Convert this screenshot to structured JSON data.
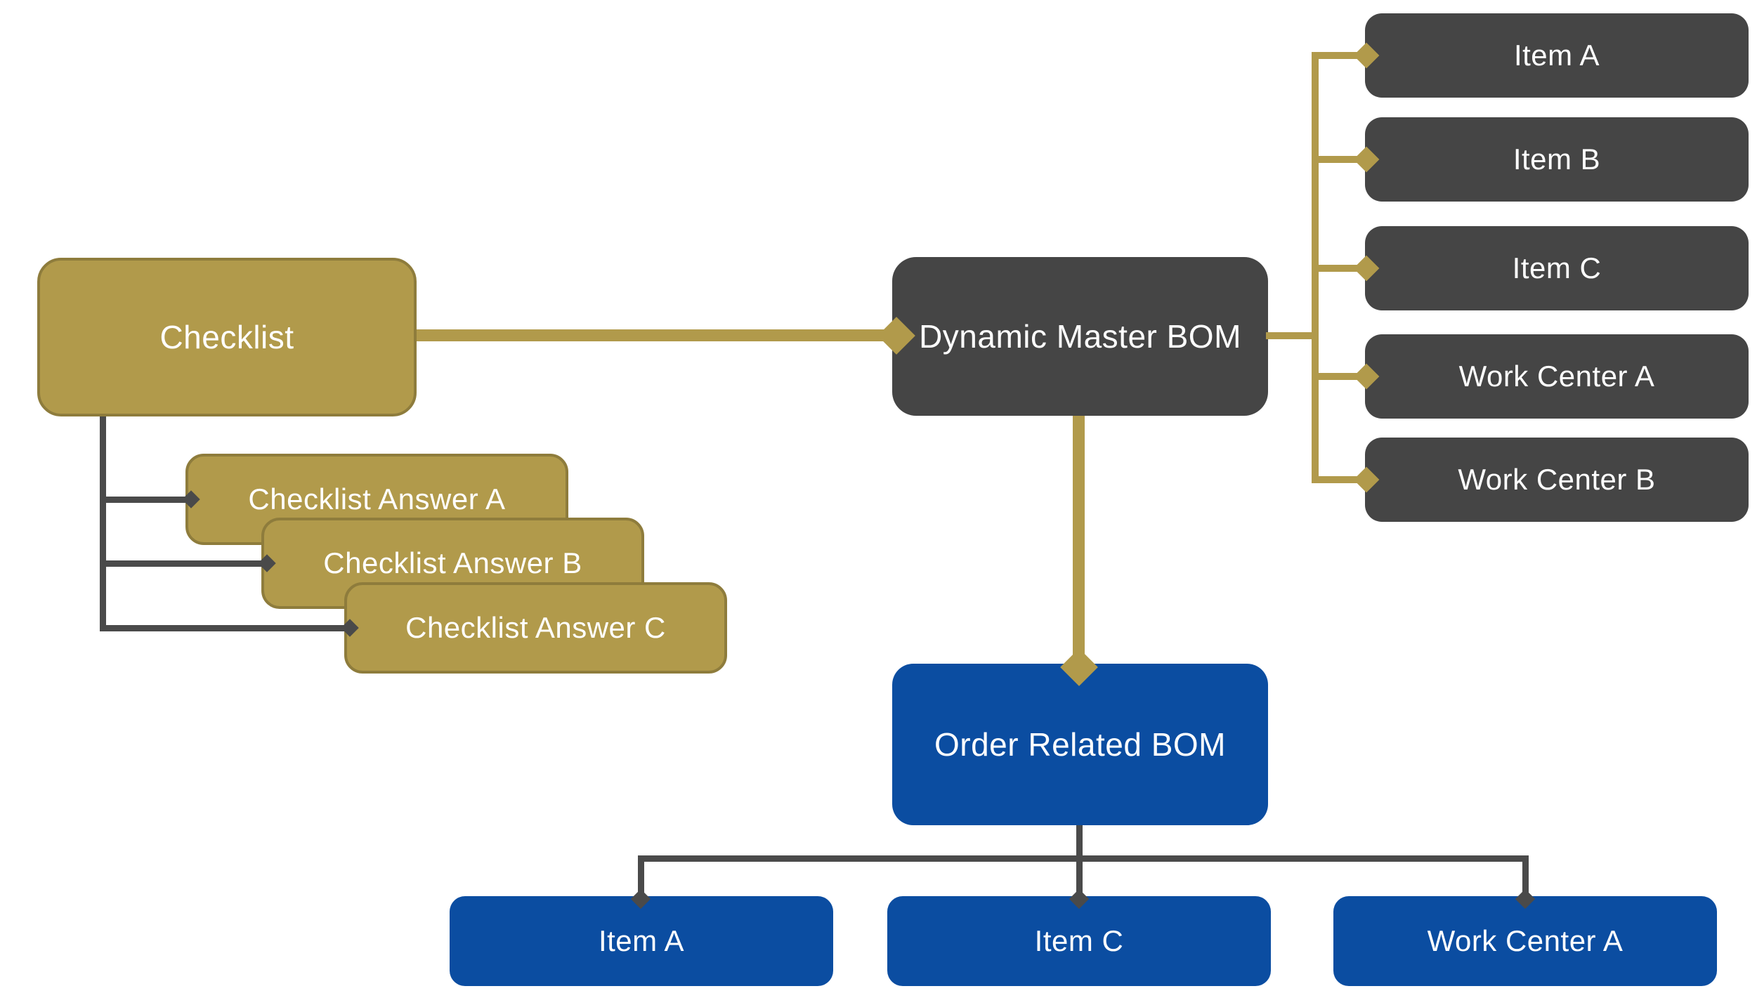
{
  "diagram": {
    "type": "hierarchy-diagram",
    "background": "#ffffff",
    "colors": {
      "gold": "#b19a4b",
      "gold_border": "#8e7c3c",
      "dark_gray": "#454545",
      "blue": "#0b4da1",
      "connector_gold": "#b19a4b",
      "connector_dark": "#4a4a4a",
      "label_text": "#ffffff"
    },
    "checklist": {
      "label": "Checklist"
    },
    "dynamic_master_bom": {
      "label": "Dynamic Master BOM"
    },
    "master_items": [
      {
        "label": "Item A"
      },
      {
        "label": "Item B"
      },
      {
        "label": "Item C"
      },
      {
        "label": "Work Center A"
      },
      {
        "label": "Work Center B"
      }
    ],
    "checklist_answers": [
      {
        "label": "Checklist Answer A"
      },
      {
        "label": "Checklist Answer B"
      },
      {
        "label": "Checklist Answer C"
      }
    ],
    "order_related_bom": {
      "label": "Order Related BOM"
    },
    "order_items": [
      {
        "label": "Item A"
      },
      {
        "label": "Item C"
      },
      {
        "label": "Work Center A"
      }
    ],
    "edges": [
      {
        "from": "Checklist",
        "to": "Dynamic Master BOM",
        "connector": "gold",
        "arrowhead": "diamond"
      },
      {
        "from": "Dynamic Master BOM",
        "to": "Item A",
        "connector": "gold",
        "arrowhead": "diamond"
      },
      {
        "from": "Dynamic Master BOM",
        "to": "Item B",
        "connector": "gold",
        "arrowhead": "diamond"
      },
      {
        "from": "Dynamic Master BOM",
        "to": "Item C",
        "connector": "gold",
        "arrowhead": "diamond"
      },
      {
        "from": "Dynamic Master BOM",
        "to": "Work Center A",
        "connector": "gold",
        "arrowhead": "diamond"
      },
      {
        "from": "Dynamic Master BOM",
        "to": "Work Center B",
        "connector": "gold",
        "arrowhead": "diamond"
      },
      {
        "from": "Dynamic Master BOM",
        "to": "Order Related BOM",
        "connector": "gold",
        "arrowhead": "diamond"
      },
      {
        "from": "Checklist",
        "to": "Checklist Answer A",
        "connector": "dark",
        "arrowhead": "diamond"
      },
      {
        "from": "Checklist",
        "to": "Checklist Answer B",
        "connector": "dark",
        "arrowhead": "diamond"
      },
      {
        "from": "Checklist",
        "to": "Checklist Answer C",
        "connector": "dark",
        "arrowhead": "diamond"
      },
      {
        "from": "Order Related BOM",
        "to": "Item A",
        "connector": "dark",
        "arrowhead": "diamond"
      },
      {
        "from": "Order Related BOM",
        "to": "Item C",
        "connector": "dark",
        "arrowhead": "diamond"
      },
      {
        "from": "Order Related BOM",
        "to": "Work Center A",
        "connector": "dark",
        "arrowhead": "diamond"
      }
    ]
  }
}
